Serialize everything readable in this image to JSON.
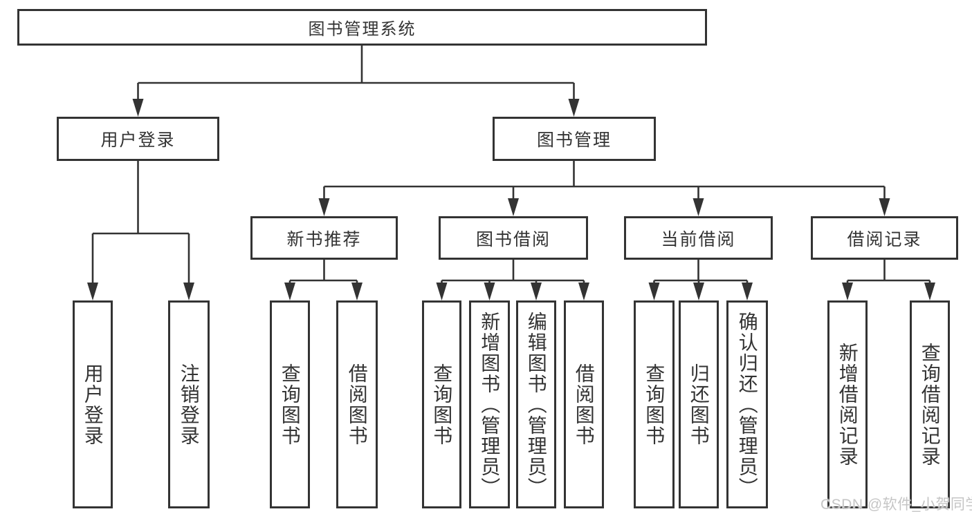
{
  "diagram": {
    "root": "图书管理系统",
    "login": {
      "label": "用户登录",
      "leaves": [
        "用户登录",
        "注销登录"
      ]
    },
    "management": {
      "label": "图书管理",
      "groups": [
        {
          "label": "新书推荐",
          "leaves": [
            "查询图书",
            "借阅图书"
          ]
        },
        {
          "label": "图书借阅",
          "leaves": [
            "查询图书",
            "新增图书（管理员）",
            "编辑图书（管理员）",
            "借阅图书"
          ]
        },
        {
          "label": "当前借阅",
          "leaves": [
            "查询图书",
            "归还图书",
            "确认归还（管理员）"
          ]
        },
        {
          "label": "借阅记录",
          "leaves": [
            "新增借阅记录",
            "查询借阅记录"
          ]
        }
      ]
    }
  },
  "watermark": "CSDN @软件_小贺同学",
  "colors": {
    "line": "#333333",
    "text": "#333333",
    "watermark": "#c5c5c5",
    "background": "#ffffff"
  }
}
